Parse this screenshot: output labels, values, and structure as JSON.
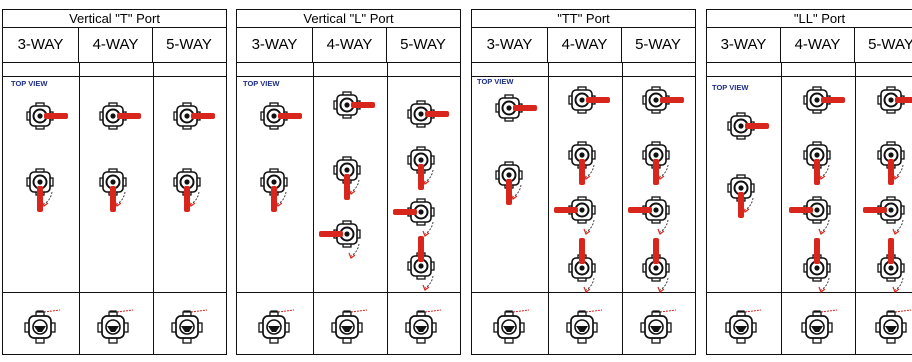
{
  "panels": [
    {
      "title": "Vertical \"T\" Port",
      "columns": [
        "3-WAY",
        "4-WAY",
        "5-WAY"
      ],
      "view_label": "TOP VIEW"
    },
    {
      "title": "Vertical \"L\" Port",
      "columns": [
        "3-WAY",
        "4-WAY",
        "5-WAY"
      ],
      "view_label": "TOP VIEW"
    },
    {
      "title": "\"TT\" Port",
      "columns": [
        "3-WAY",
        "4-WAY",
        "5-WAY"
      ],
      "view_label": "TOP VIEW"
    },
    {
      "title": "\"LL\" Port",
      "columns": [
        "3-WAY",
        "4-WAY",
        "5-WAY"
      ],
      "view_label": "TOP VIEW"
    }
  ],
  "colors": {
    "handle": "#d9261c",
    "ink": "#111111",
    "label": "#1d2f86"
  },
  "icons": [
    "valve-top-view-icon",
    "valve-handle-icon",
    "rotation-arrow-icon",
    "valve-side-view-icon"
  ]
}
